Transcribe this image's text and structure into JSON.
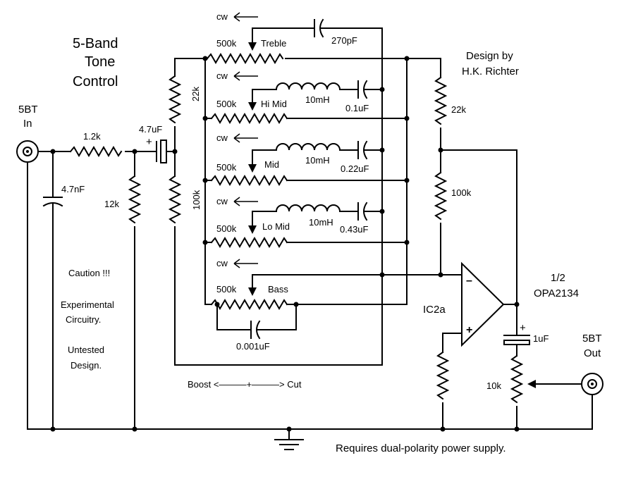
{
  "title": [
    "5-Band",
    "Tone",
    "Control"
  ],
  "credit": [
    "Design by",
    "H.K. Richter"
  ],
  "input_label": [
    "5BT",
    "In"
  ],
  "output_label": [
    "5BT",
    "Out"
  ],
  "opamp": {
    "part": [
      "1/2",
      "OPA2134"
    ],
    "ref": "IC2a",
    "minus": "–",
    "plus": "+"
  },
  "components": {
    "r_in": "1.2k",
    "c_in": "4.7nF",
    "r_bias": "12k",
    "c_couple": "4.7uF",
    "c_couple_plus": "+",
    "r_left_top": "22k",
    "r_left_bottom": "100k",
    "r_right_top": "22k",
    "r_right_bottom": "100k",
    "c_treble": "270pF",
    "c_bass": "0.001uF",
    "c_out": "1uF",
    "c_out_plus": "+",
    "pot_out": "10k"
  },
  "bands": [
    {
      "name": "Treble",
      "pot": "500k",
      "cw": "cw",
      "inductor": "",
      "cap": ""
    },
    {
      "name": "Hi Mid",
      "pot": "500k",
      "cw": "cw",
      "inductor": "10mH",
      "cap": "0.1uF"
    },
    {
      "name": "Mid",
      "pot": "500k",
      "cw": "cw",
      "inductor": "10mH",
      "cap": "0.22uF"
    },
    {
      "name": "Lo Mid",
      "pot": "500k",
      "cw": "cw",
      "inductor": "10mH",
      "cap": "0.43uF"
    },
    {
      "name": "Bass",
      "pot": "500k",
      "cw": "cw",
      "inductor": "",
      "cap": ""
    }
  ],
  "caution": [
    "Caution !!!",
    "Experimental",
    "Circuitry.",
    "Untested",
    "Design."
  ],
  "boost_cut": "Boost <———+———> Cut",
  "power_note": "Requires dual-polarity power supply."
}
